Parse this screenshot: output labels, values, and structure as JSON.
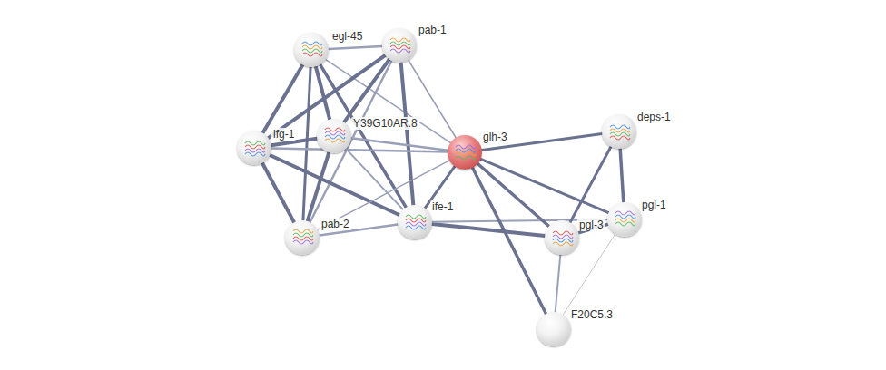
{
  "diagram": {
    "nodes": [
      {
        "text": [
          "egl-45"
        ]
      },
      {
        "text": [
          "pab-1"
        ]
      },
      {
        "text": [
          "ifg-1"
        ]
      },
      {
        "text": [
          "Y39G10AR.8"
        ]
      },
      {
        "text": [
          "glh-3"
        ]
      },
      {
        "text": [
          "deps-1"
        ]
      },
      {
        "text": [
          "pab-2"
        ]
      },
      {
        "text": [
          "ife-1"
        ]
      },
      {
        "text": [
          "pgl-3"
        ]
      },
      {
        "text": [
          "pgl-1"
        ]
      },
      {
        "text": [
          "F20C5.3"
        ]
      }
    ],
    "edges": [
      {
        "from": 0,
        "to": 1,
        "arrow": "none"
      },
      {
        "from": 0,
        "to": 2,
        "arrow": "none"
      },
      {
        "from": 0,
        "to": 3,
        "arrow": "none"
      },
      {
        "from": 0,
        "to": 6,
        "arrow": "none"
      },
      {
        "from": 0,
        "to": 7,
        "arrow": "none"
      },
      {
        "from": 0,
        "to": 4,
        "arrow": "none"
      },
      {
        "from": 1,
        "to": 2,
        "arrow": "none"
      },
      {
        "from": 1,
        "to": 3,
        "arrow": "none"
      },
      {
        "from": 1,
        "to": 6,
        "arrow": "none"
      },
      {
        "from": 1,
        "to": 7,
        "arrow": "none"
      },
      {
        "from": 1,
        "to": 4,
        "arrow": "none"
      },
      {
        "from": 2,
        "to": 3,
        "arrow": "none"
      },
      {
        "from": 2,
        "to": 6,
        "arrow": "none"
      },
      {
        "from": 2,
        "to": 7,
        "arrow": "none"
      },
      {
        "from": 2,
        "to": 4,
        "arrow": "none"
      },
      {
        "from": 3,
        "to": 6,
        "arrow": "none"
      },
      {
        "from": 3,
        "to": 7,
        "arrow": "none"
      },
      {
        "from": 3,
        "to": 4,
        "arrow": "none"
      },
      {
        "from": 6,
        "to": 7,
        "arrow": "none"
      },
      {
        "from": 6,
        "to": 4,
        "arrow": "none"
      },
      {
        "from": 7,
        "to": 4,
        "arrow": "none"
      },
      {
        "from": 7,
        "to": 8,
        "arrow": "none"
      },
      {
        "from": 7,
        "to": 9,
        "arrow": "none"
      },
      {
        "from": 4,
        "to": 5,
        "arrow": "none"
      },
      {
        "from": 4,
        "to": 8,
        "arrow": "none"
      },
      {
        "from": 4,
        "to": 9,
        "arrow": "none"
      },
      {
        "from": 4,
        "to": 10,
        "arrow": "none"
      },
      {
        "from": 5,
        "to": 8,
        "arrow": "none"
      },
      {
        "from": 5,
        "to": 9,
        "arrow": "none"
      },
      {
        "from": 8,
        "to": 9,
        "arrow": "none"
      },
      {
        "from": 8,
        "to": 10,
        "arrow": "none"
      },
      {
        "from": 9,
        "to": 10,
        "arrow": "none"
      }
    ]
  }
}
